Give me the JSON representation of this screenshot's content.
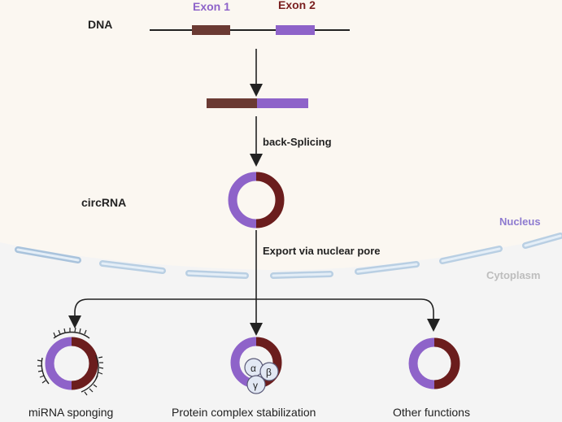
{
  "labels": {
    "dna": "DNA",
    "exon1": "Exon 1",
    "exon2": "Exon 2",
    "back_splicing": "back-Splicing",
    "circrna": "circRNA",
    "nucleus": "Nucleus",
    "export": "Export via nuclear pore",
    "cytoplasm": "Cytoplasm",
    "mirna": "miRNA sponging",
    "protein": "Protein complex  stabilization",
    "other": "Other functions",
    "alpha": "α",
    "beta": "β",
    "gamma": "γ"
  },
  "colors": {
    "exon1": "#8e63c9",
    "exon2": "#6b1d1d",
    "exon1_label": "#8e63c9",
    "exon2_label": "#7a1f1f",
    "nucleus_bg": "#fbf7f1",
    "cytoplasm_bg": "#f4f4f4",
    "pore": "#b9cfe3",
    "text": "#222222"
  }
}
